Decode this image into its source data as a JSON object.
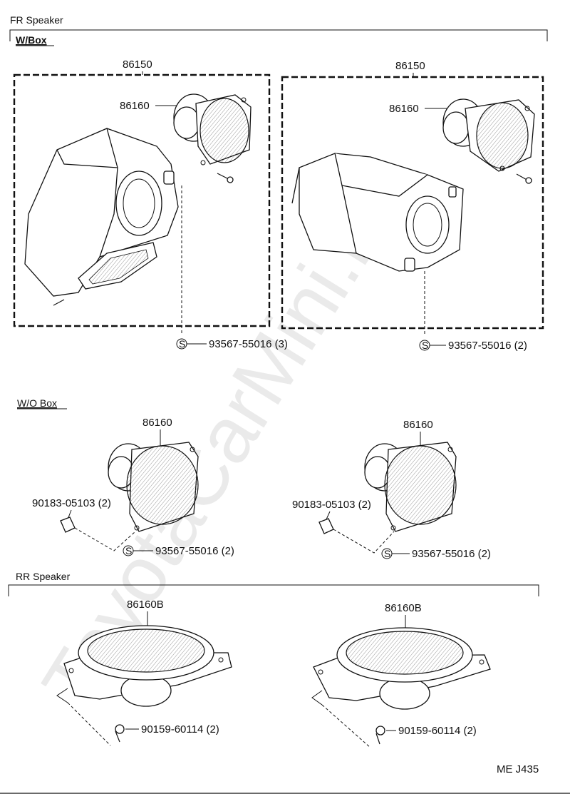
{
  "sections": {
    "fr_speaker": "FR Speaker",
    "w_box": "W/Box",
    "wo_box": "W/O Box",
    "rr_speaker": "RR Speaker"
  },
  "parts": {
    "box_left_assy": "86150",
    "box_right_assy": "86150",
    "box_left_speaker": "86160",
    "box_right_speaker": "86160",
    "box_left_screw": "93567-55016 (3)",
    "box_right_screw": "93567-55016 (2)",
    "wo_left_speaker": "86160",
    "wo_right_speaker": "86160",
    "wo_left_nut": "90183-05103 (2)",
    "wo_right_nut": "90183-05103 (2)",
    "wo_left_screw": "93567-55016 (2)",
    "wo_right_screw": "93567-55016 (2)",
    "rr_left_speaker": "86160B",
    "rr_right_speaker": "86160B",
    "rr_left_bolt": "90159-60114 (2)",
    "rr_right_bolt": "90159-60114 (2)"
  },
  "symbols": {
    "screw_mark": "S"
  },
  "diagram_code": "ME J435",
  "watermark": "ToyotaCarMini.ru"
}
